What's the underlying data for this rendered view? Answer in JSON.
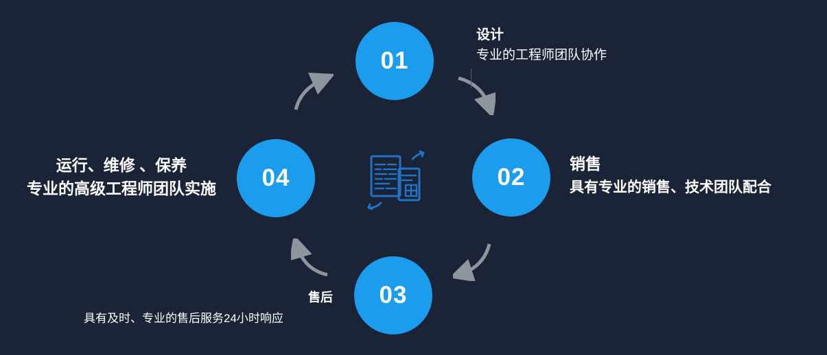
{
  "diagram": {
    "steps": [
      {
        "number": "01",
        "title": "设计",
        "desc": "专业的工程师团队协作"
      },
      {
        "number": "02",
        "title": "销售",
        "desc": "具有专业的销售、技术团队配合"
      },
      {
        "number": "03",
        "title": "售后",
        "desc": "具有及时、专业的售后服务24小时响应"
      },
      {
        "number": "04",
        "title": "运行、维修 、保养",
        "desc": "专业的高级工程师团队实施"
      }
    ],
    "center_icon": "document-sync-icon",
    "colors": {
      "background": "#1b2336",
      "circle": "#1b9ced",
      "arrow": "#8f959d",
      "text": "#ffffff",
      "icon_stroke": "#2273c6"
    }
  }
}
